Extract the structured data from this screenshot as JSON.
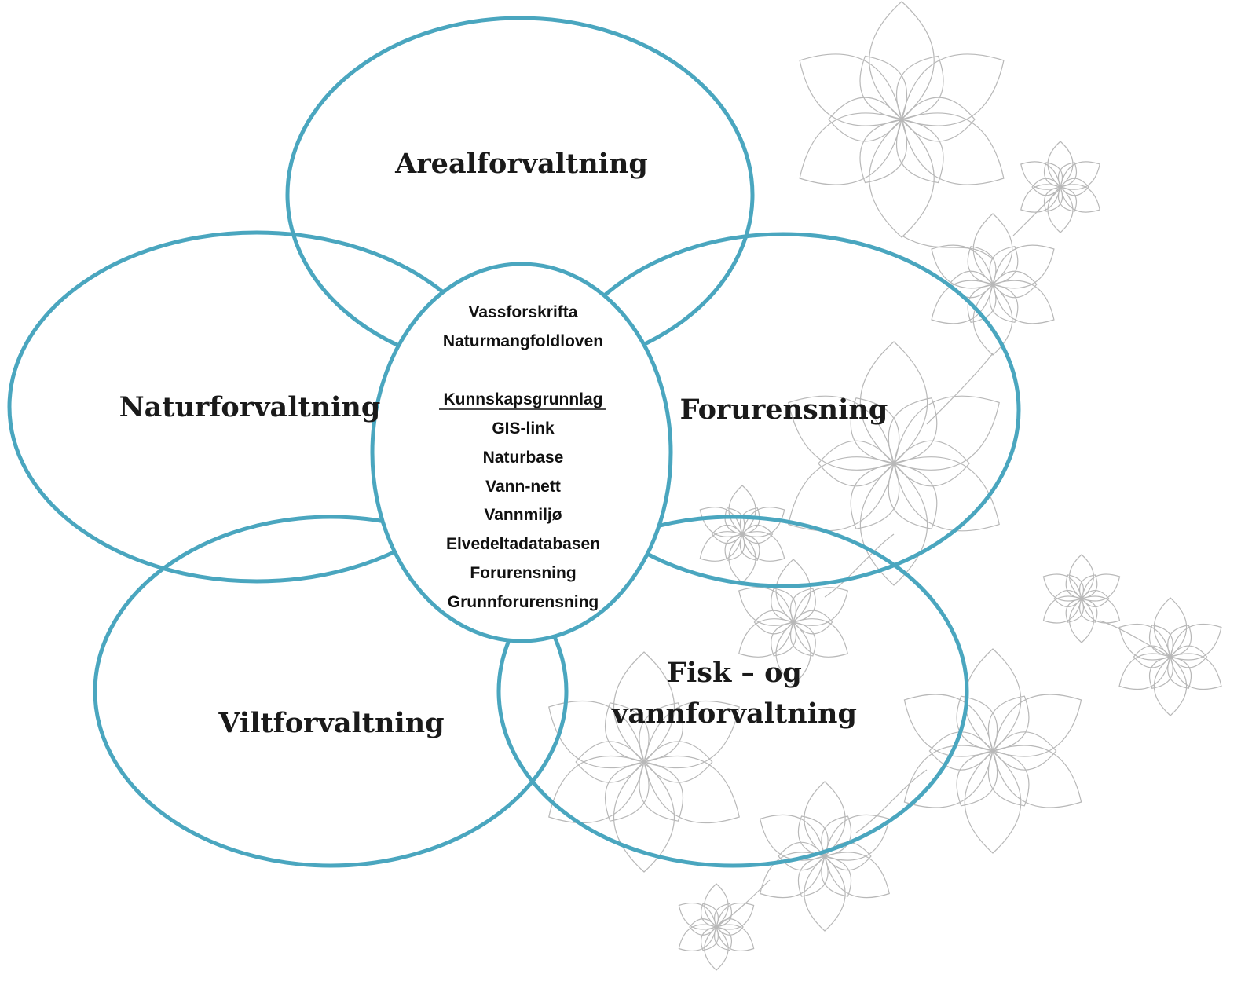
{
  "colors": {
    "ring": "#4aa6bf",
    "decoration": "#b8b8b8"
  },
  "diagram": {
    "areas": {
      "areal": "Arealforvaltning",
      "natur": "Naturforvaltning",
      "forurensning": "Forurensning",
      "vilt": "Viltforvaltning",
      "fisk_line1": "Fisk – og",
      "fisk_line2": "vannforvaltning"
    },
    "center": {
      "laws": [
        "Vassforskrifta",
        "Naturmangfoldloven"
      ],
      "knowledge_heading": "Kunnskapsgrunnlag",
      "knowledge_items": [
        "GIS-link",
        "Naturbase",
        "Vann-nett",
        "Vannmiljø",
        "Elvedeltadatabasen",
        "Forurensning",
        "Grunnforurensning"
      ]
    }
  }
}
